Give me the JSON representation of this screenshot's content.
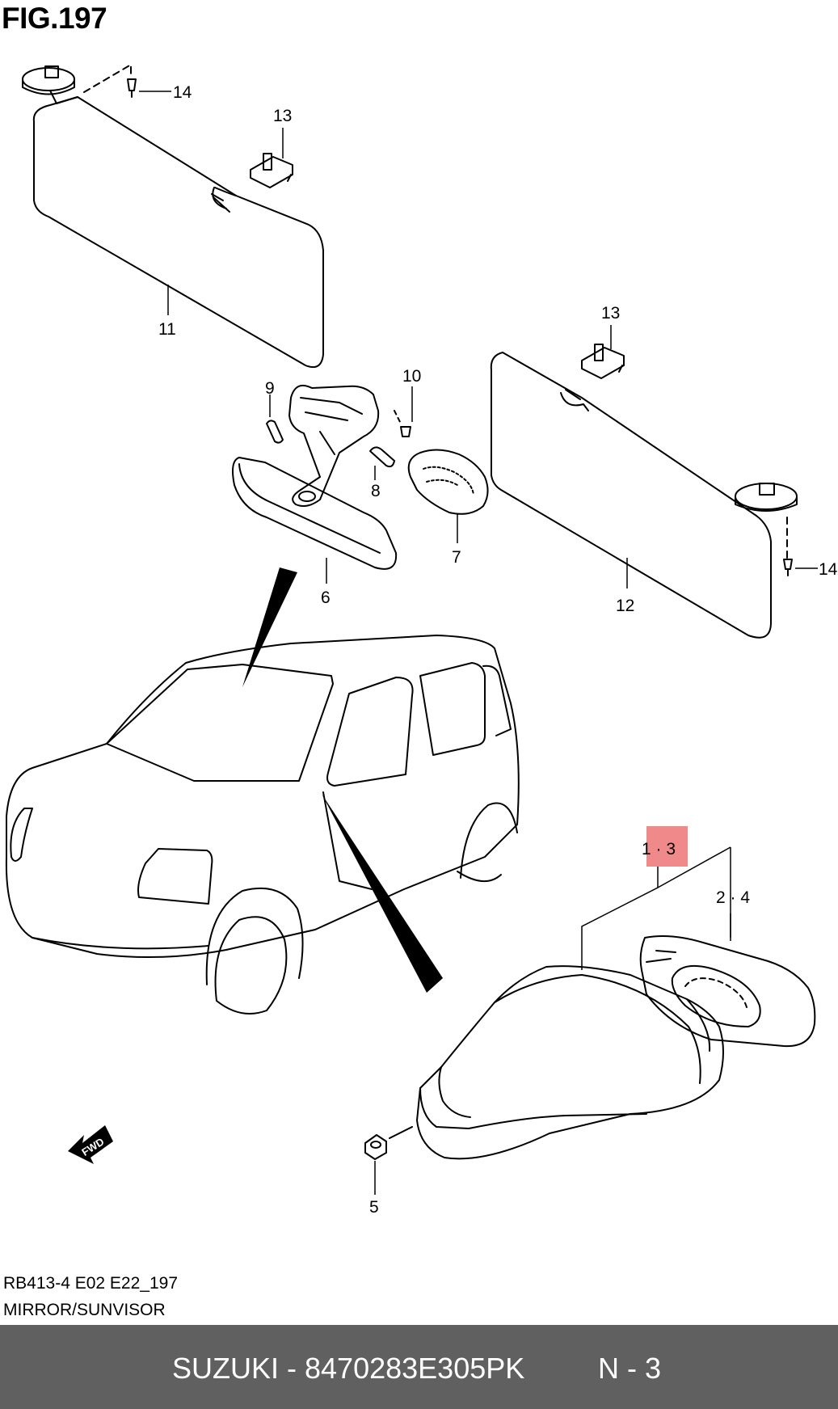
{
  "header": {
    "figure_label": "FIG.197"
  },
  "callouts": {
    "c1_3": "1 · 3",
    "c2_4": "2 · 4",
    "c5": "5",
    "c6": "6",
    "c7": "7",
    "c8": "8",
    "c9": "9",
    "c10": "10",
    "c11": "11",
    "c12": "12",
    "c13a": "13",
    "c13b": "13",
    "c14a": "14",
    "c14b": "14",
    "fwd": "FWD"
  },
  "caption": {
    "code": "RB413-4 E02 E22_197",
    "title": "MIRROR/SUNVISOR"
  },
  "footer": {
    "part": "SUZUKI - 8470283E305PK",
    "page": "N - 3"
  },
  "colors": {
    "highlight": "#f08a8a",
    "footer_bg": "#606060"
  }
}
